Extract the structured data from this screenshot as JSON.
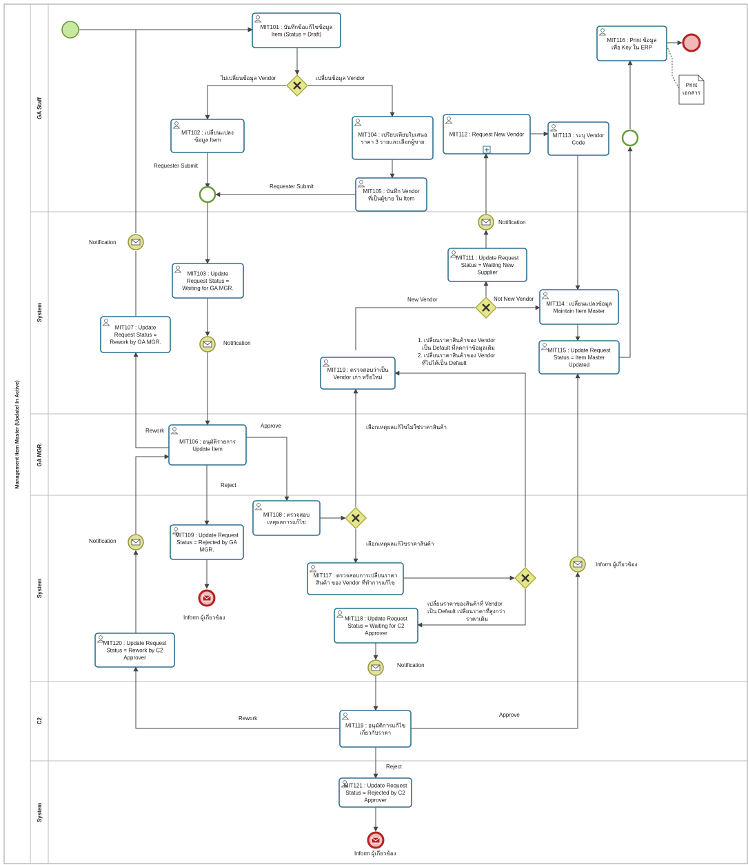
{
  "pool": {
    "label": "Management Item Master (Update/ In Active)"
  },
  "lanes": [
    {
      "id": "ga_staff",
      "label": "GA Staff"
    },
    {
      "id": "system1",
      "label": "System"
    },
    {
      "id": "ga_mgr",
      "label": "GA MGR."
    },
    {
      "id": "system2",
      "label": "System"
    },
    {
      "id": "c2",
      "label": "C2"
    },
    {
      "id": "system3",
      "label": "System"
    }
  ],
  "tasks": [
    {
      "id": "t101",
      "lines": [
        "MIT101 : บันทึกข้อแก้ไขข้อมูล",
        "Item (Status = Draft)"
      ]
    },
    {
      "id": "t102",
      "lines": [
        "MIT102 : เปลี่ยนแปลง",
        "ข้อมูล Item"
      ]
    },
    {
      "id": "t104",
      "lines": [
        "MIT104 : เปรียบเทียบใบเสนอ",
        "ราคา 3 รายและเลือกผู้ขาย"
      ]
    },
    {
      "id": "t105",
      "lines": [
        "MIT105 : บันทึก Vendor",
        "ที่เป็นผู้ขาย ใน Item"
      ]
    },
    {
      "id": "t112",
      "lines": [
        "MIT112 : Request New Vendor"
      ]
    },
    {
      "id": "t113",
      "lines": [
        "MIT113 : ระบุ Vendor",
        "Code"
      ]
    },
    {
      "id": "t116",
      "lines": [
        "MIT116 : Print ข้อมูล",
        "เพื่อ Key ใน ERP"
      ]
    },
    {
      "id": "t103",
      "lines": [
        "MIT103 : Update",
        "Request Status =",
        "Waiting for GA MGR."
      ]
    },
    {
      "id": "t107",
      "lines": [
        "MIT107 : Update",
        "Request Status =",
        "Rework by GA MGR."
      ]
    },
    {
      "id": "t111",
      "lines": [
        "MIT111 : Update Request",
        "Status = Waiting New",
        "Supplier"
      ]
    },
    {
      "id": "t114",
      "lines": [
        "MIT114 : เปลี่ยนแปลงข้อมูล",
        "Maintain Item Master"
      ]
    },
    {
      "id": "t115",
      "lines": [
        "MIT115 : Update Request",
        "Status = Item Master",
        "Updated"
      ]
    },
    {
      "id": "t119a",
      "lines": [
        "MIT119 : ตรวจสอบว่าเป็น",
        "Vendor เก่า หรือใหม่"
      ]
    },
    {
      "id": "t106",
      "lines": [
        "MIT106 : อนุมัติรายการ",
        "Update Item"
      ]
    },
    {
      "id": "t108",
      "lines": [
        "MIT108 : ตรวจสอบ",
        "เหตุผลการแก้ไข"
      ]
    },
    {
      "id": "t109",
      "lines": [
        "MIT109 : Update Request",
        "Status = Rejected by GA",
        "MGR."
      ]
    },
    {
      "id": "t117",
      "lines": [
        "MIT117 : ตรวจสอบการเปลี่ยนราคา",
        "สินค้า ของ Vendor ที่ทำการแก้ไข"
      ]
    },
    {
      "id": "t118",
      "lines": [
        "MIT118 : Update Request",
        "Status = Waiting for C2",
        "Approver"
      ]
    },
    {
      "id": "t120",
      "lines": [
        "MIT120 : Update Request",
        "Status = Rework by C2",
        "Approver"
      ]
    },
    {
      "id": "t119b",
      "lines": [
        "MIT119 : อนุมัติการแก้ไข",
        "เกี่ยวกับราคา"
      ]
    },
    {
      "id": "t121",
      "lines": [
        "MIT121 : Update Request",
        "Status = Rejected by C2",
        "Approver"
      ]
    }
  ],
  "flow_labels": {
    "no_change_vendor": "ไม่เปลี่ยนข้อมูล Vendor",
    "change_vendor": "เปลี่ยนข้อมูล Vendor",
    "requester_submit_1": "Requester Submit",
    "requester_submit_2": "Requester Submit",
    "notification_1": "Notification",
    "notification_2": "Notification",
    "notification_3": "Notification",
    "notification_4": "Notification",
    "notification_5": "Notification",
    "new_vendor": "New Vendor",
    "not_new_vendor": "Not New Vendor",
    "vendor_note_1": "1. เปลี่ยนราคาสินค้าของ Vendor",
    "vendor_note_2": "เป็น Default ที่ลดกว่าข้อมูลเดิม",
    "vendor_note_3": "2. เปลี่ยนราคาสินค้าของ Vendor",
    "vendor_note_4": "ที่ไม่ได้เป็น Default",
    "rework_1": "Rework",
    "approve_1": "Approve",
    "reject_1": "Reject",
    "reason_not_price": "เลือกเหตุผลแก้ไขไม่ใช่ราคาสินค้า",
    "reason_price": "เลือกเหตุผลแก้ไขราคาสินค้า",
    "inform_1": "Inform ผู้เกี่ยวข้อง",
    "inform_2": "Inform ผู้เกี่ยวข้อง",
    "inform_3": "Inform ผู้เกี่ยวข้อง",
    "default_note_1": "เปลี่ยนราคาของสินค้าที่ Vendor",
    "default_note_2": "เป็น Default เปลี่ยนราคาที่สูงกว่า",
    "default_note_3": "ราคาเดิม",
    "rework_2": "Rework",
    "approve_2": "Approve",
    "reject_2": "Reject"
  },
  "artifact": {
    "lines": [
      "Print",
      "เอกสาร"
    ]
  },
  "colors": {
    "task_border": "#2e6f8e",
    "gateway_fill": "#e6e68a",
    "gateway_stroke": "#a8a83a",
    "start_fill": "#c8e8a0",
    "start_stroke": "#6a9a3a",
    "end_fill": "#f2b8b8",
    "end_stroke": "#b22222",
    "message_fill": "#e2e2a0",
    "message_stroke": "#9a9a3a"
  }
}
